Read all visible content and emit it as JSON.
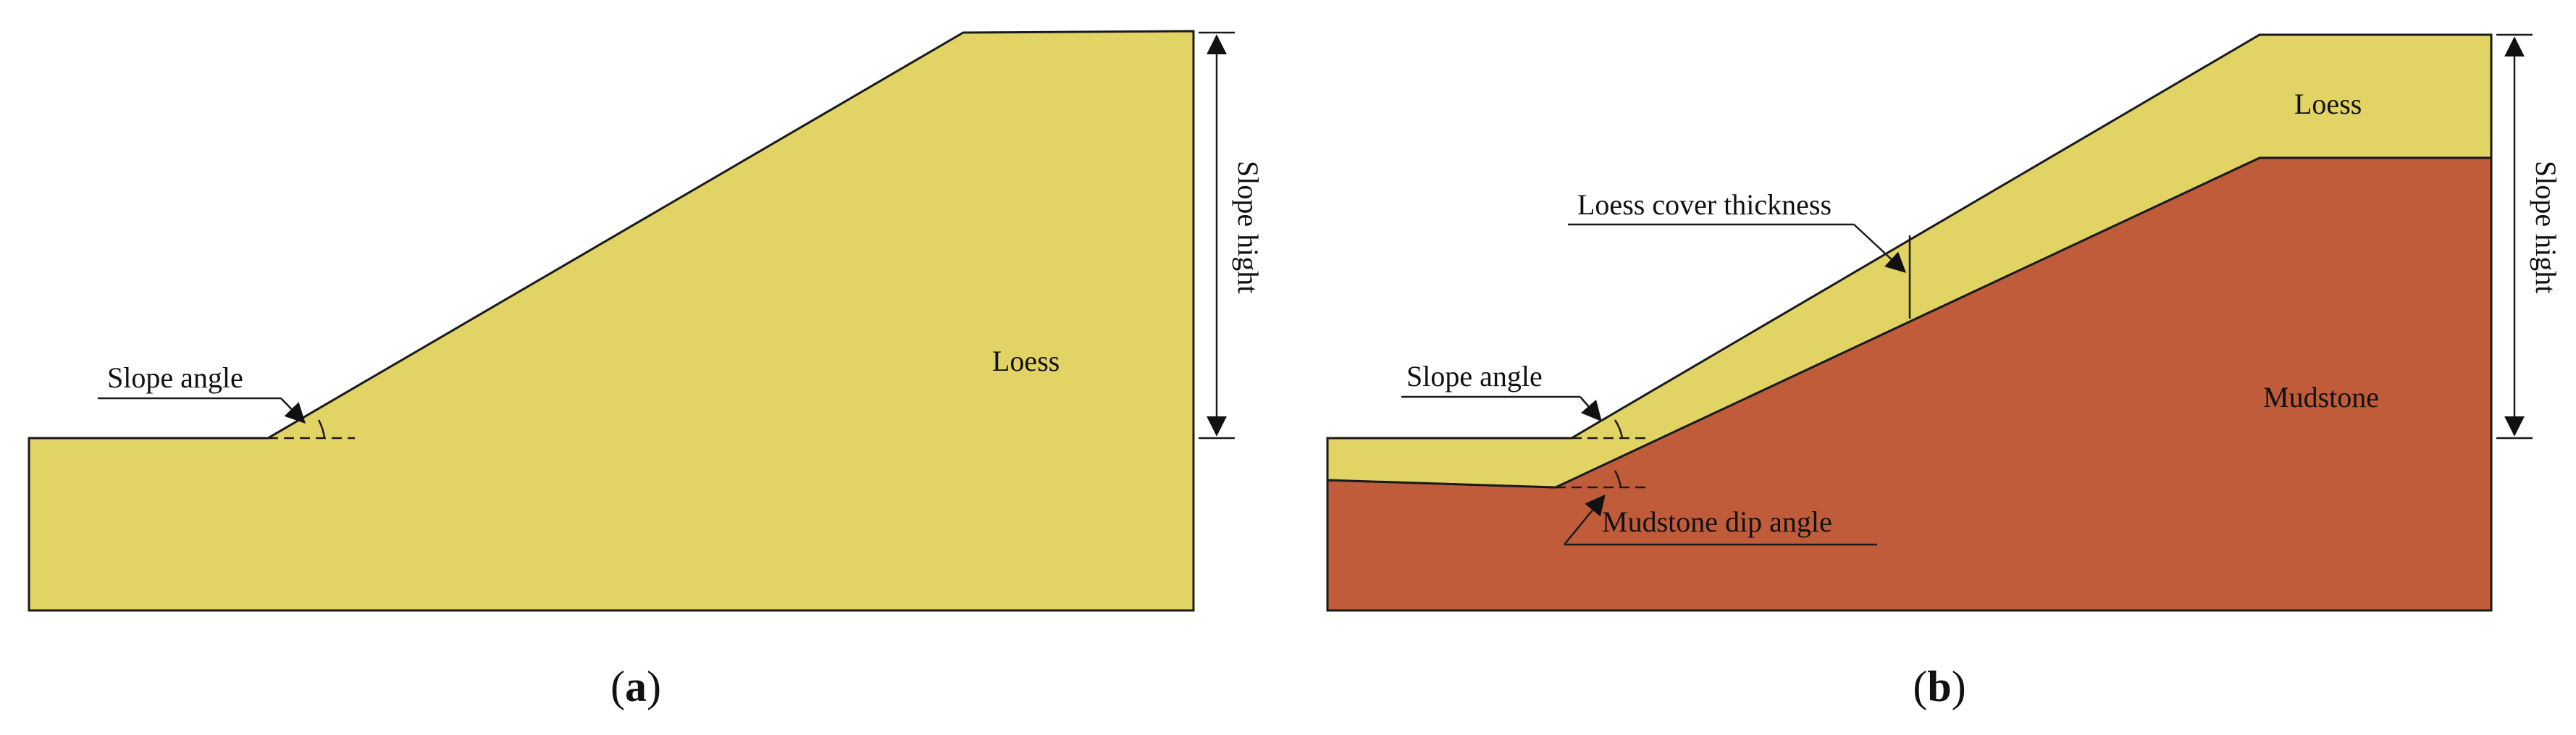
{
  "colors": {
    "loess": "#E1D464",
    "mudstone": "#C05C3A",
    "line": "#1a1a1a"
  },
  "panel_a": {
    "caption_open": "(",
    "caption_letter": "a",
    "caption_close": ")",
    "material": "Loess",
    "slope_angle": "Slope angle",
    "slope_height": "Slope hight"
  },
  "panel_b": {
    "caption_open": "(",
    "caption_letter": "b",
    "caption_close": ")",
    "material_top": "Loess",
    "material_bottom": "Mudstone",
    "cover_thickness": "Loess cover thickness",
    "slope_angle": "Slope angle",
    "dip_angle": "Mudstone dip angle",
    "slope_height": "Slope hight"
  }
}
